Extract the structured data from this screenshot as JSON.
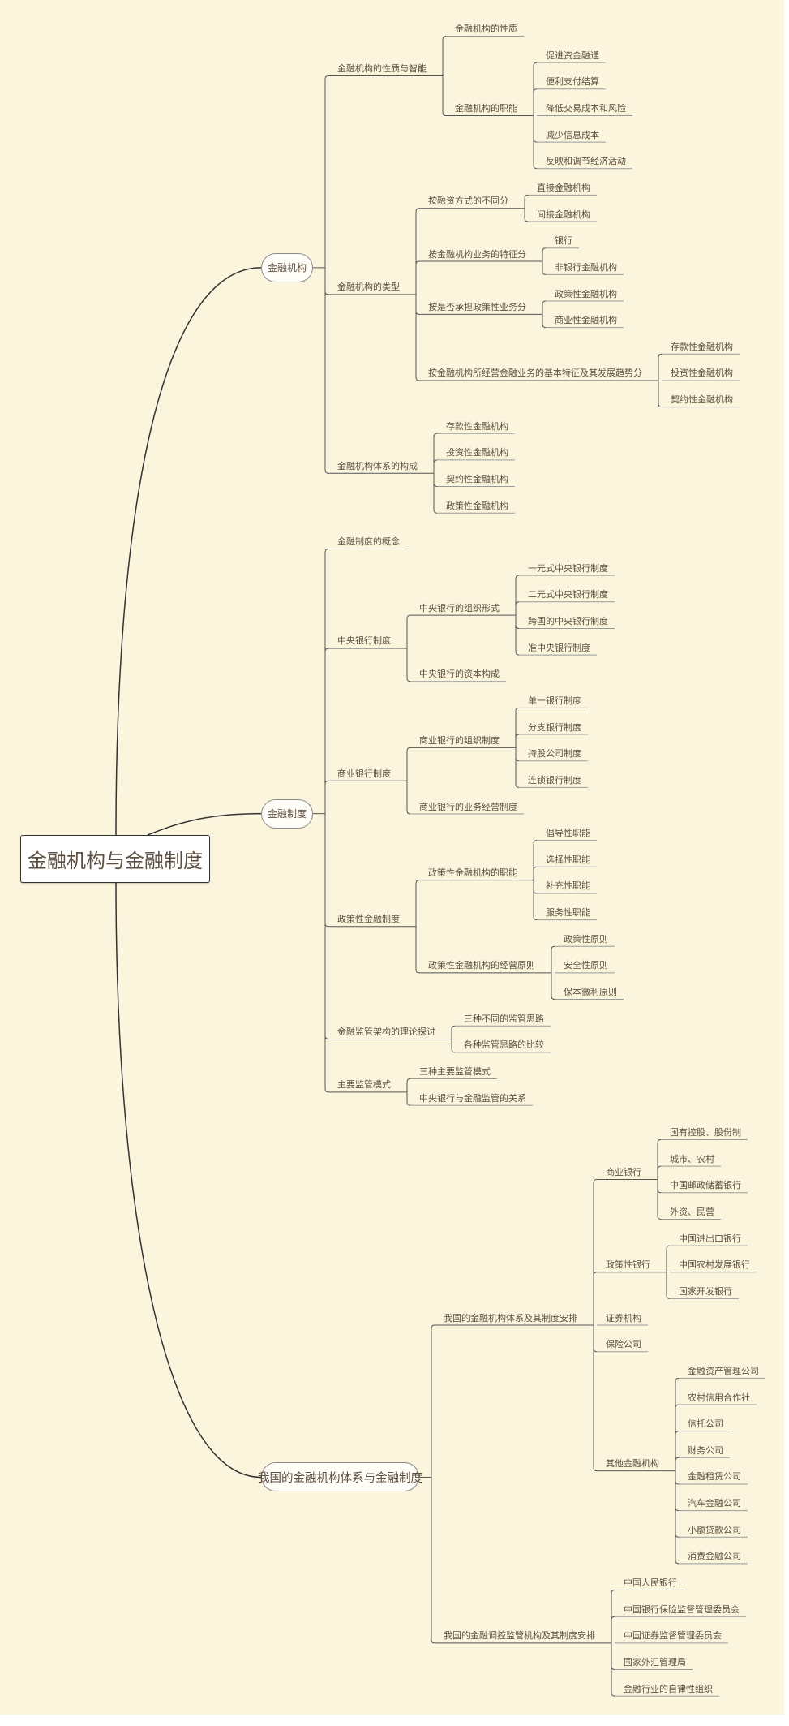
{
  "colors": {
    "background": "#fcf5de",
    "text": "#5e5040",
    "line": "#555555"
  },
  "map": {
    "label": "金融机构与金融制度",
    "children": [
      {
        "label": "金融机构",
        "children": [
          {
            "label": "金融机构的性质与智能",
            "children": [
              {
                "label": "金融机构的性质"
              },
              {
                "label": "金融机构的职能",
                "children": [
                  {
                    "label": "促进资金融通"
                  },
                  {
                    "label": "便利支付结算"
                  },
                  {
                    "label": "降低交易成本和风险"
                  },
                  {
                    "label": "减少信息成本"
                  },
                  {
                    "label": "反映和调节经济活动"
                  }
                ]
              }
            ]
          },
          {
            "label": "金融机构的类型",
            "children": [
              {
                "label": "按融资方式的不同分",
                "children": [
                  {
                    "label": "直接金融机构"
                  },
                  {
                    "label": "间接金融机构"
                  }
                ]
              },
              {
                "label": "按金融机构业务的特征分",
                "children": [
                  {
                    "label": "银行"
                  },
                  {
                    "label": "非银行金融机构"
                  }
                ]
              },
              {
                "label": "按是否承担政策性业务分",
                "children": [
                  {
                    "label": "政策性金融机构"
                  },
                  {
                    "label": "商业性金融机构"
                  }
                ]
              },
              {
                "label": "按金融机构所经营金融业务的基本特征及其发展趋势分",
                "children": [
                  {
                    "label": "存款性金融机构"
                  },
                  {
                    "label": "投资性金融机构"
                  },
                  {
                    "label": "契约性金融机构"
                  }
                ]
              }
            ]
          },
          {
            "label": "金融机构体系的构成",
            "children": [
              {
                "label": "存款性金融机构"
              },
              {
                "label": "投资性金融机构"
              },
              {
                "label": "契约性金融机构"
              },
              {
                "label": "政策性金融机构"
              }
            ]
          }
        ]
      },
      {
        "label": "金融制度",
        "children": [
          {
            "label": "金融制度的概念"
          },
          {
            "label": "中央银行制度",
            "children": [
              {
                "label": "中央银行的组织形式",
                "children": [
                  {
                    "label": "一元式中央银行制度"
                  },
                  {
                    "label": "二元式中央银行制度"
                  },
                  {
                    "label": "跨国的中央银行制度"
                  },
                  {
                    "label": "准中央银行制度"
                  }
                ]
              },
              {
                "label": "中央银行的资本构成"
              }
            ]
          },
          {
            "label": "商业银行制度",
            "children": [
              {
                "label": "商业银行的组织制度",
                "children": [
                  {
                    "label": "单一银行制度"
                  },
                  {
                    "label": "分支银行制度"
                  },
                  {
                    "label": "持股公司制度"
                  },
                  {
                    "label": "连锁银行制度"
                  }
                ]
              },
              {
                "label": "商业银行的业务经营制度"
              }
            ]
          },
          {
            "label": "政策性金融制度",
            "children": [
              {
                "label": "政策性金融机构的职能",
                "children": [
                  {
                    "label": "倡导性职能"
                  },
                  {
                    "label": "选择性职能"
                  },
                  {
                    "label": "补充性职能"
                  },
                  {
                    "label": "服务性职能"
                  }
                ]
              },
              {
                "label": "政策性金融机构的经营原则",
                "children": [
                  {
                    "label": "政策性原则"
                  },
                  {
                    "label": "安全性原则"
                  },
                  {
                    "label": "保本微利原则"
                  }
                ]
              }
            ]
          },
          {
            "label": "金融监管架构的理论探讨",
            "children": [
              {
                "label": "三种不同的监管思路"
              },
              {
                "label": "各种监管思路的比较"
              }
            ]
          },
          {
            "label": "主要监管模式",
            "children": [
              {
                "label": "三种主要监管模式"
              },
              {
                "label": "中央银行与金融监管的关系"
              }
            ]
          }
        ]
      },
      {
        "label": "我国的金融机构体系与金融制度",
        "children": [
          {
            "label": "我国的金融机构体系及其制度安排",
            "children": [
              {
                "label": "商业银行",
                "children": [
                  {
                    "label": "国有控股、股份制"
                  },
                  {
                    "label": "城市、农村"
                  },
                  {
                    "label": "中国邮政储蓄银行"
                  },
                  {
                    "label": "外资、民营"
                  }
                ]
              },
              {
                "label": "政策性银行",
                "children": [
                  {
                    "label": "中国进出口银行"
                  },
                  {
                    "label": "中国农村发展银行"
                  },
                  {
                    "label": "国家开发银行"
                  }
                ]
              },
              {
                "label": "证券机构"
              },
              {
                "label": "保险公司"
              },
              {
                "label": "其他金融机构",
                "children": [
                  {
                    "label": "金融资产管理公司"
                  },
                  {
                    "label": "农村信用合作社"
                  },
                  {
                    "label": "信托公司"
                  },
                  {
                    "label": "财务公司"
                  },
                  {
                    "label": "金融租赁公司"
                  },
                  {
                    "label": "汽车金融公司"
                  },
                  {
                    "label": "小额贷款公司"
                  },
                  {
                    "label": "消费金融公司"
                  }
                ]
              }
            ]
          },
          {
            "label": "我国的金融调控监管机构及其制度安排",
            "children": [
              {
                "label": "中国人民银行"
              },
              {
                "label": "中国银行保险监督管理委员会"
              },
              {
                "label": "中国证券监督管理委员会"
              },
              {
                "label": "国家外汇管理局"
              },
              {
                "label": "金融行业的自律性组织"
              }
            ]
          }
        ]
      }
    ]
  }
}
